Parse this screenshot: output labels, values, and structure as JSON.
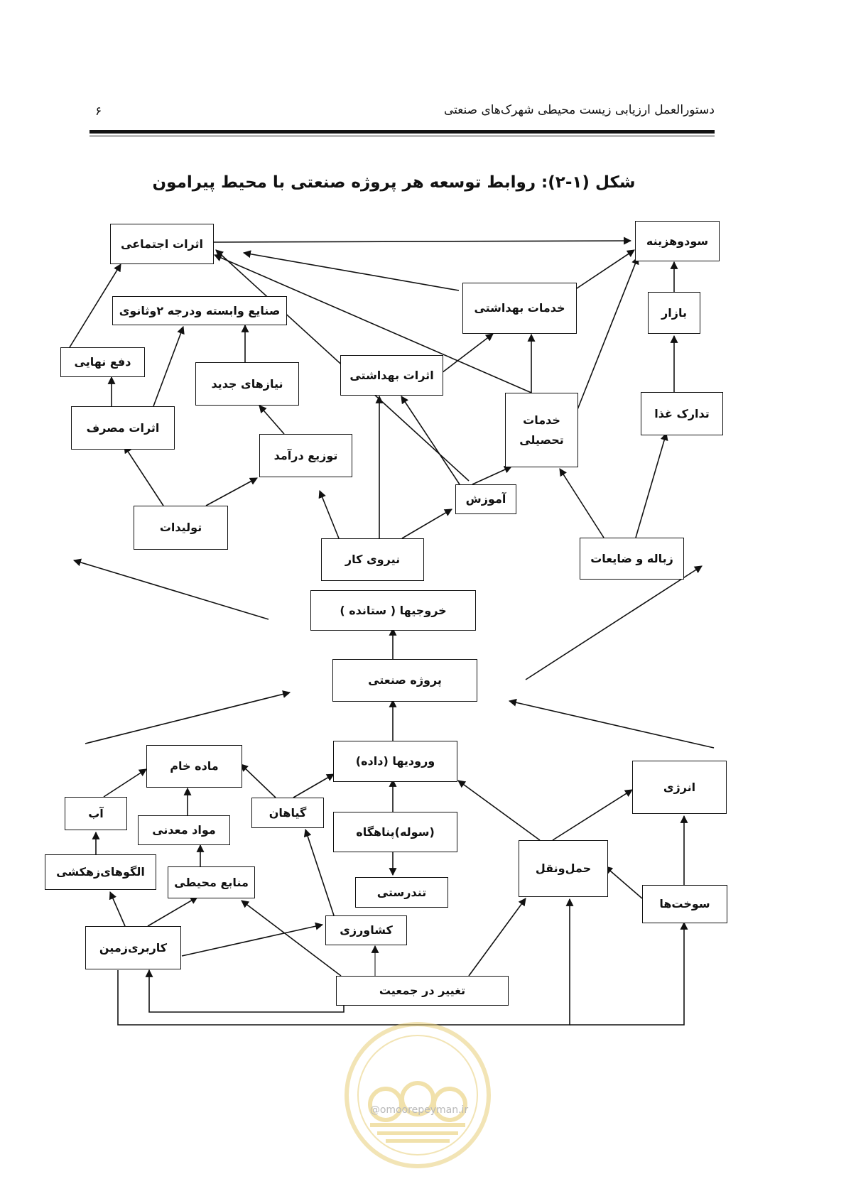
{
  "header": {
    "title": "دستورالعمل ارزیابی زیست محیطی شهرک‌های صنعتی",
    "page_number": "۶"
  },
  "figure": {
    "caption": "شکل (۱-۲): روابط توسعه هر پروژه صنعتی با محیط پیرامون",
    "boxes": {
      "social_effects": "اثرات اجتماعی",
      "cost_benefit": "سودوهزینه",
      "health_services": "خدمات بهداشتی",
      "market": "بازار",
      "secondary_industries": "صنایع وابسته ودرجه ۲وثانوی",
      "final_disposal": "دفع نهایی",
      "new_needs": "نیازهای جدید",
      "health_effects": "اثرات بهداشتی",
      "educational_services": "خدمات تحصیلی",
      "food_supply": "تدارک غذا",
      "consumption_effects": "اثرات مصرف",
      "income_distribution": "توزیع درآمد",
      "education": "آموزش",
      "products": "تولیدات",
      "workforce": "نیروی کار",
      "waste": "زباله و ضایعات",
      "outputs": "خروجیها ( ستانده )",
      "industrial_project": "پروژه صنعتی",
      "raw_material": "ماده خام",
      "inputs": "ورودیها (داده)",
      "energy": "انرژی",
      "water": "آب",
      "plants": "گیاهان",
      "minerals": "مواد معدنی",
      "housing": "(سوله)پناهگاه",
      "drainage_patterns": "الگوهای‌زهکشی",
      "environmental_resources": "منابع محیطی",
      "health": "تندرستی",
      "transport": "حمل‌ونقل",
      "fuels": "سوخت‌ها",
      "agriculture": "کشاورزی",
      "land_use": "کاربری‌زمین",
      "population_change": "تغییر در جمعیت"
    }
  },
  "watermark": {
    "site": "@omoorepeyman.ir"
  }
}
